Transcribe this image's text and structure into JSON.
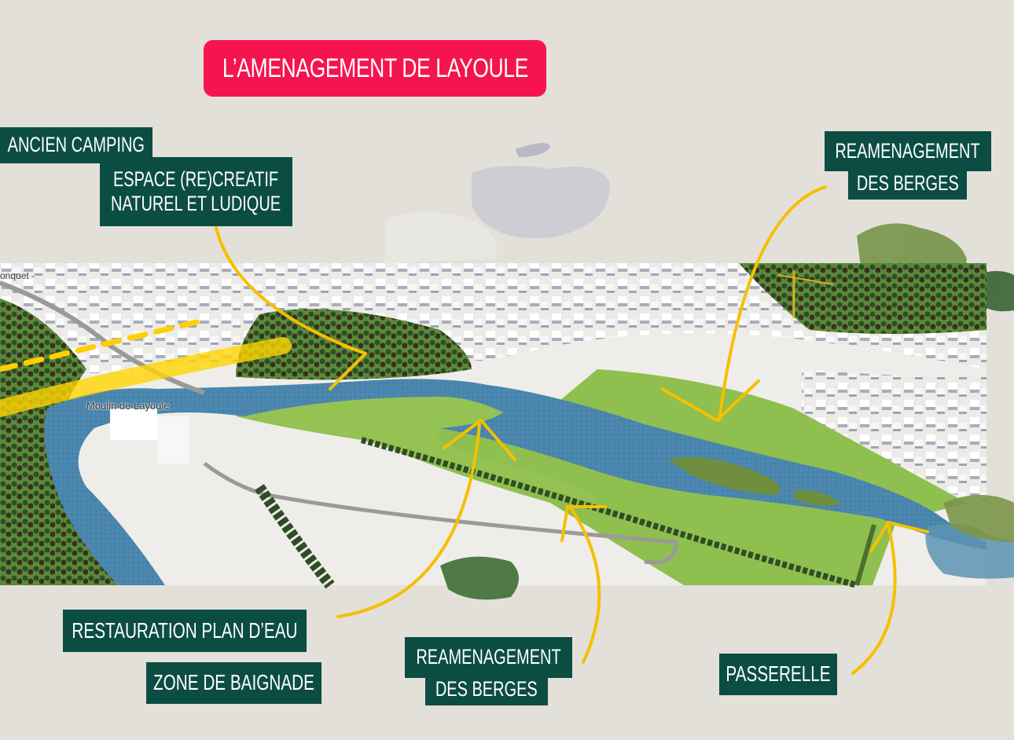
{
  "title": "L’AMENAGEMENT DE LAYOULE",
  "colors": {
    "background": "#e3e0da",
    "title_pill": "#f5144e",
    "label_box": "#0c4d43",
    "label_text": "#ffffff",
    "arrow": "#f5c000",
    "water": "#4a86ad",
    "grass": "#8fbf4f",
    "trees": "#2f5a2a"
  },
  "labels": {
    "ancien_camping": "ANCIEN CAMPING",
    "espace_line1": "ESPACE (RE)CREATIF",
    "espace_line2": "NATUREL ET LUDIQUE",
    "berges_top_line1": "REAMENAGEMENT",
    "berges_top_line2": "DES BERGES",
    "restauration": "RESTAURATION PLAN D’EAU",
    "baignade": "ZONE DE BAIGNADE",
    "berges_bottom_line1": "REAMENAGEMENT",
    "berges_bottom_line2": "DES BERGES",
    "passerelle": "PASSERELLE"
  },
  "map": {
    "place_moulin": "Moulin de Layoule",
    "place_onquet": "onquet -"
  },
  "icons": {
    "arrows": "hand-drawn-yellow-arrow",
    "path": "dashed-yellow-path"
  }
}
